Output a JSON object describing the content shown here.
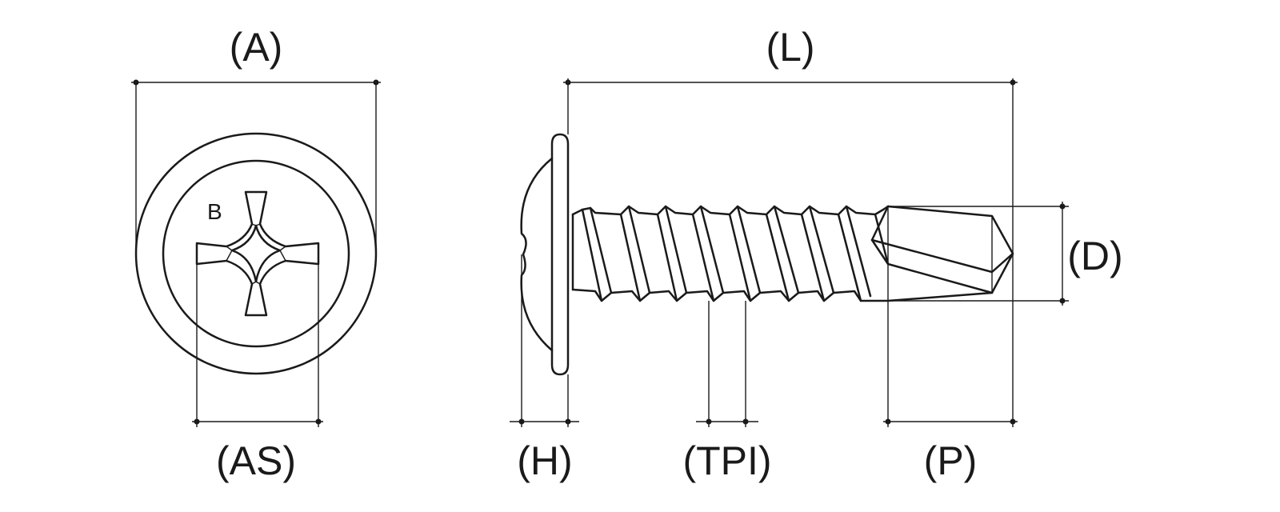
{
  "labels": {
    "head_diameter": "(A)",
    "drive_size": "(AS)",
    "drive_mark": "B",
    "length": "(L)",
    "diameter": "(D)",
    "head_height": "(H)",
    "threads_per_inch": "(TPI)",
    "point_length": "(P)"
  },
  "colors": {
    "ink": "#1a1a1a",
    "background": "#ffffff"
  }
}
